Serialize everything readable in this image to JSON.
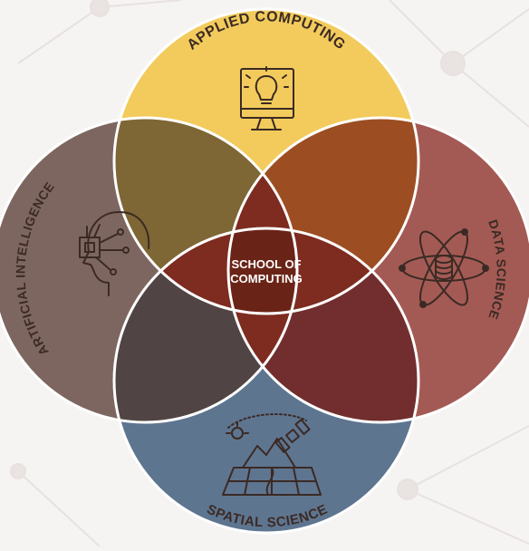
{
  "center": {
    "line1": "SCHOOL OF",
    "line2": "COMPUTING"
  },
  "disciplines": {
    "top": {
      "label": "APPLIED COMPUTING",
      "icon": "monitor-lightbulb-icon",
      "color": "#f2cb5c"
    },
    "right": {
      "label": "DATA SCIENCE",
      "icon": "atom-database-icon",
      "color": "#a45a54"
    },
    "bottom": {
      "label": "SPATIAL SCIENCE",
      "icon": "map-satellite-icon",
      "color": "#5e7590"
    },
    "left": {
      "label": "ARTIFICIAL INTELLIGENCE",
      "icon": "brain-chip-head-icon",
      "color": "#7e6660"
    }
  },
  "overlap_colors": {
    "top_left": "#7e6635",
    "top_right": "#9c4e22",
    "bottom_right": "#722e2e",
    "bottom_left": "#514444",
    "triple": "#7e2b20",
    "center": "#6a2417"
  },
  "label_color": "#3b2a24",
  "background_color": "#f6f4f3"
}
